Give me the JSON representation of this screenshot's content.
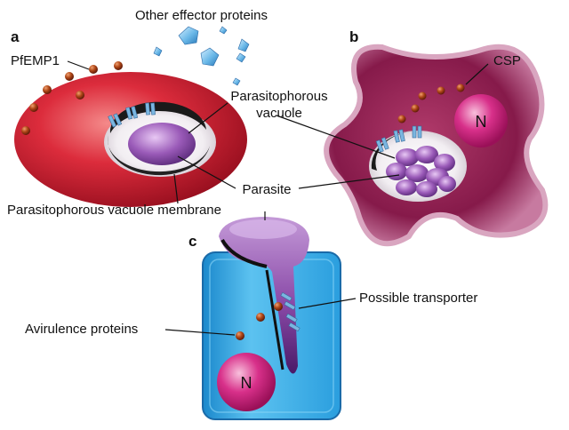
{
  "panels": {
    "a": "a",
    "b": "b",
    "c": "c"
  },
  "labels": {
    "other_effector_proteins": "Other effector proteins",
    "pfemp1": "PfEMP1",
    "csp": "CSP",
    "pv_line1": "Parasitophorous",
    "pv_line2": "vacuole",
    "parasite": "Parasite",
    "pvm": "Parasitophorous vacuole membrane",
    "possible_transporter": "Possible transporter",
    "avirulence_proteins": "Avirulence proteins",
    "nucleus_b": "N",
    "nucleus_c": "N"
  },
  "colors": {
    "red_cell": "#d8283a",
    "hepatocyte": "#8a1c4e",
    "plant_cell": "#2aa6e0",
    "parasite": "#8a4aa8",
    "nucleus": "#d0207a",
    "effector_dot": "#b24a1a",
    "crystal": "#6ab8e8"
  }
}
